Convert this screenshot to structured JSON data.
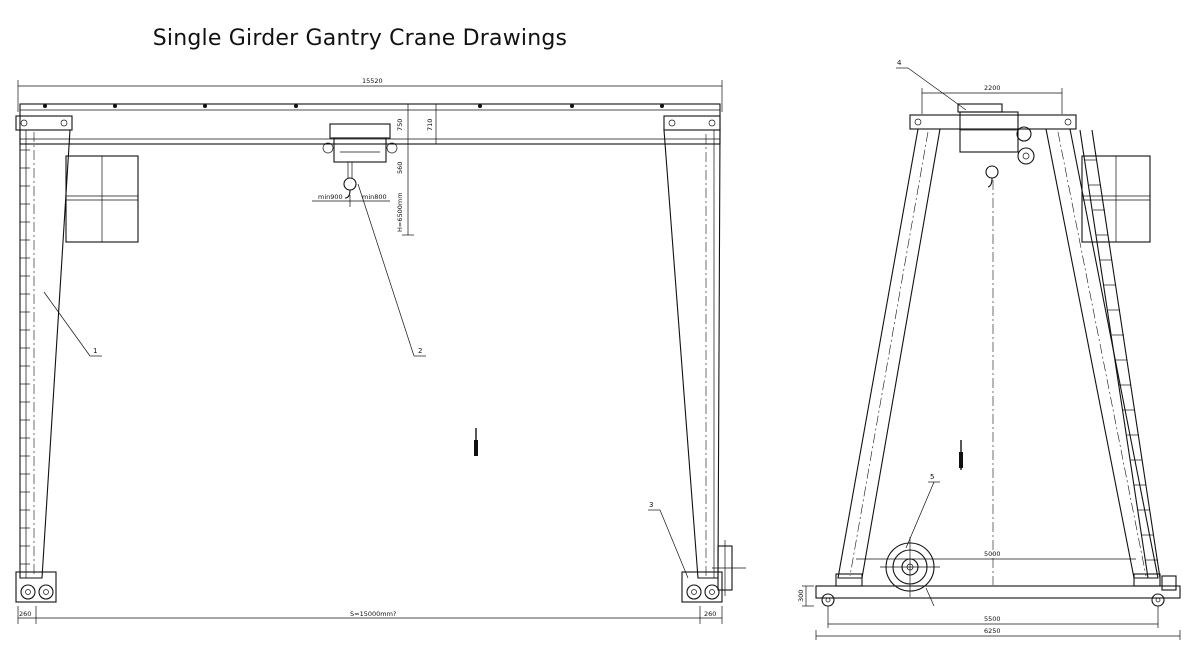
{
  "title": "Single Girder Gantry Crane Drawings",
  "front_view": {
    "dimensions": {
      "overall_length": "15520",
      "girder_height": "750",
      "top_offset": "710",
      "hook_offset": "560",
      "lift_height": "H=6500mm",
      "min_left": "min900",
      "min_right": "min800",
      "span": "S=15000mm?",
      "left_end": "260",
      "right_end": "260"
    },
    "callouts": [
      "1",
      "2",
      "3"
    ]
  },
  "side_view": {
    "dimensions": {
      "trolley_width": "2200",
      "inner_width": "5000",
      "base_height": "300",
      "wheel_base": "5500",
      "overall_width": "6250"
    },
    "callouts": [
      "4",
      "5"
    ]
  }
}
